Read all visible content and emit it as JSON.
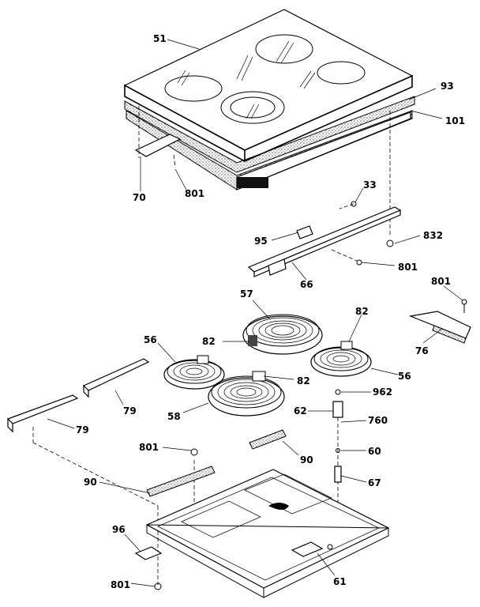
{
  "labels": {
    "p51": "51",
    "p93": "93",
    "p101": "101",
    "p70": "70",
    "p801a": "801",
    "p33": "33",
    "p95": "95",
    "p832": "832",
    "p801b": "801",
    "p66": "66",
    "p801c": "801",
    "p57": "57",
    "p82a": "82",
    "p76": "76",
    "p56a": "56",
    "p82b": "82",
    "p56b": "56",
    "p82c": "82",
    "p962": "962",
    "p79a": "79",
    "p58": "58",
    "p62": "62",
    "p760": "760",
    "p79b": "79",
    "p801d": "801",
    "p90a": "90",
    "p60": "60",
    "p90b": "90",
    "p67": "67",
    "p96": "96",
    "p801e": "801",
    "p61": "61"
  }
}
